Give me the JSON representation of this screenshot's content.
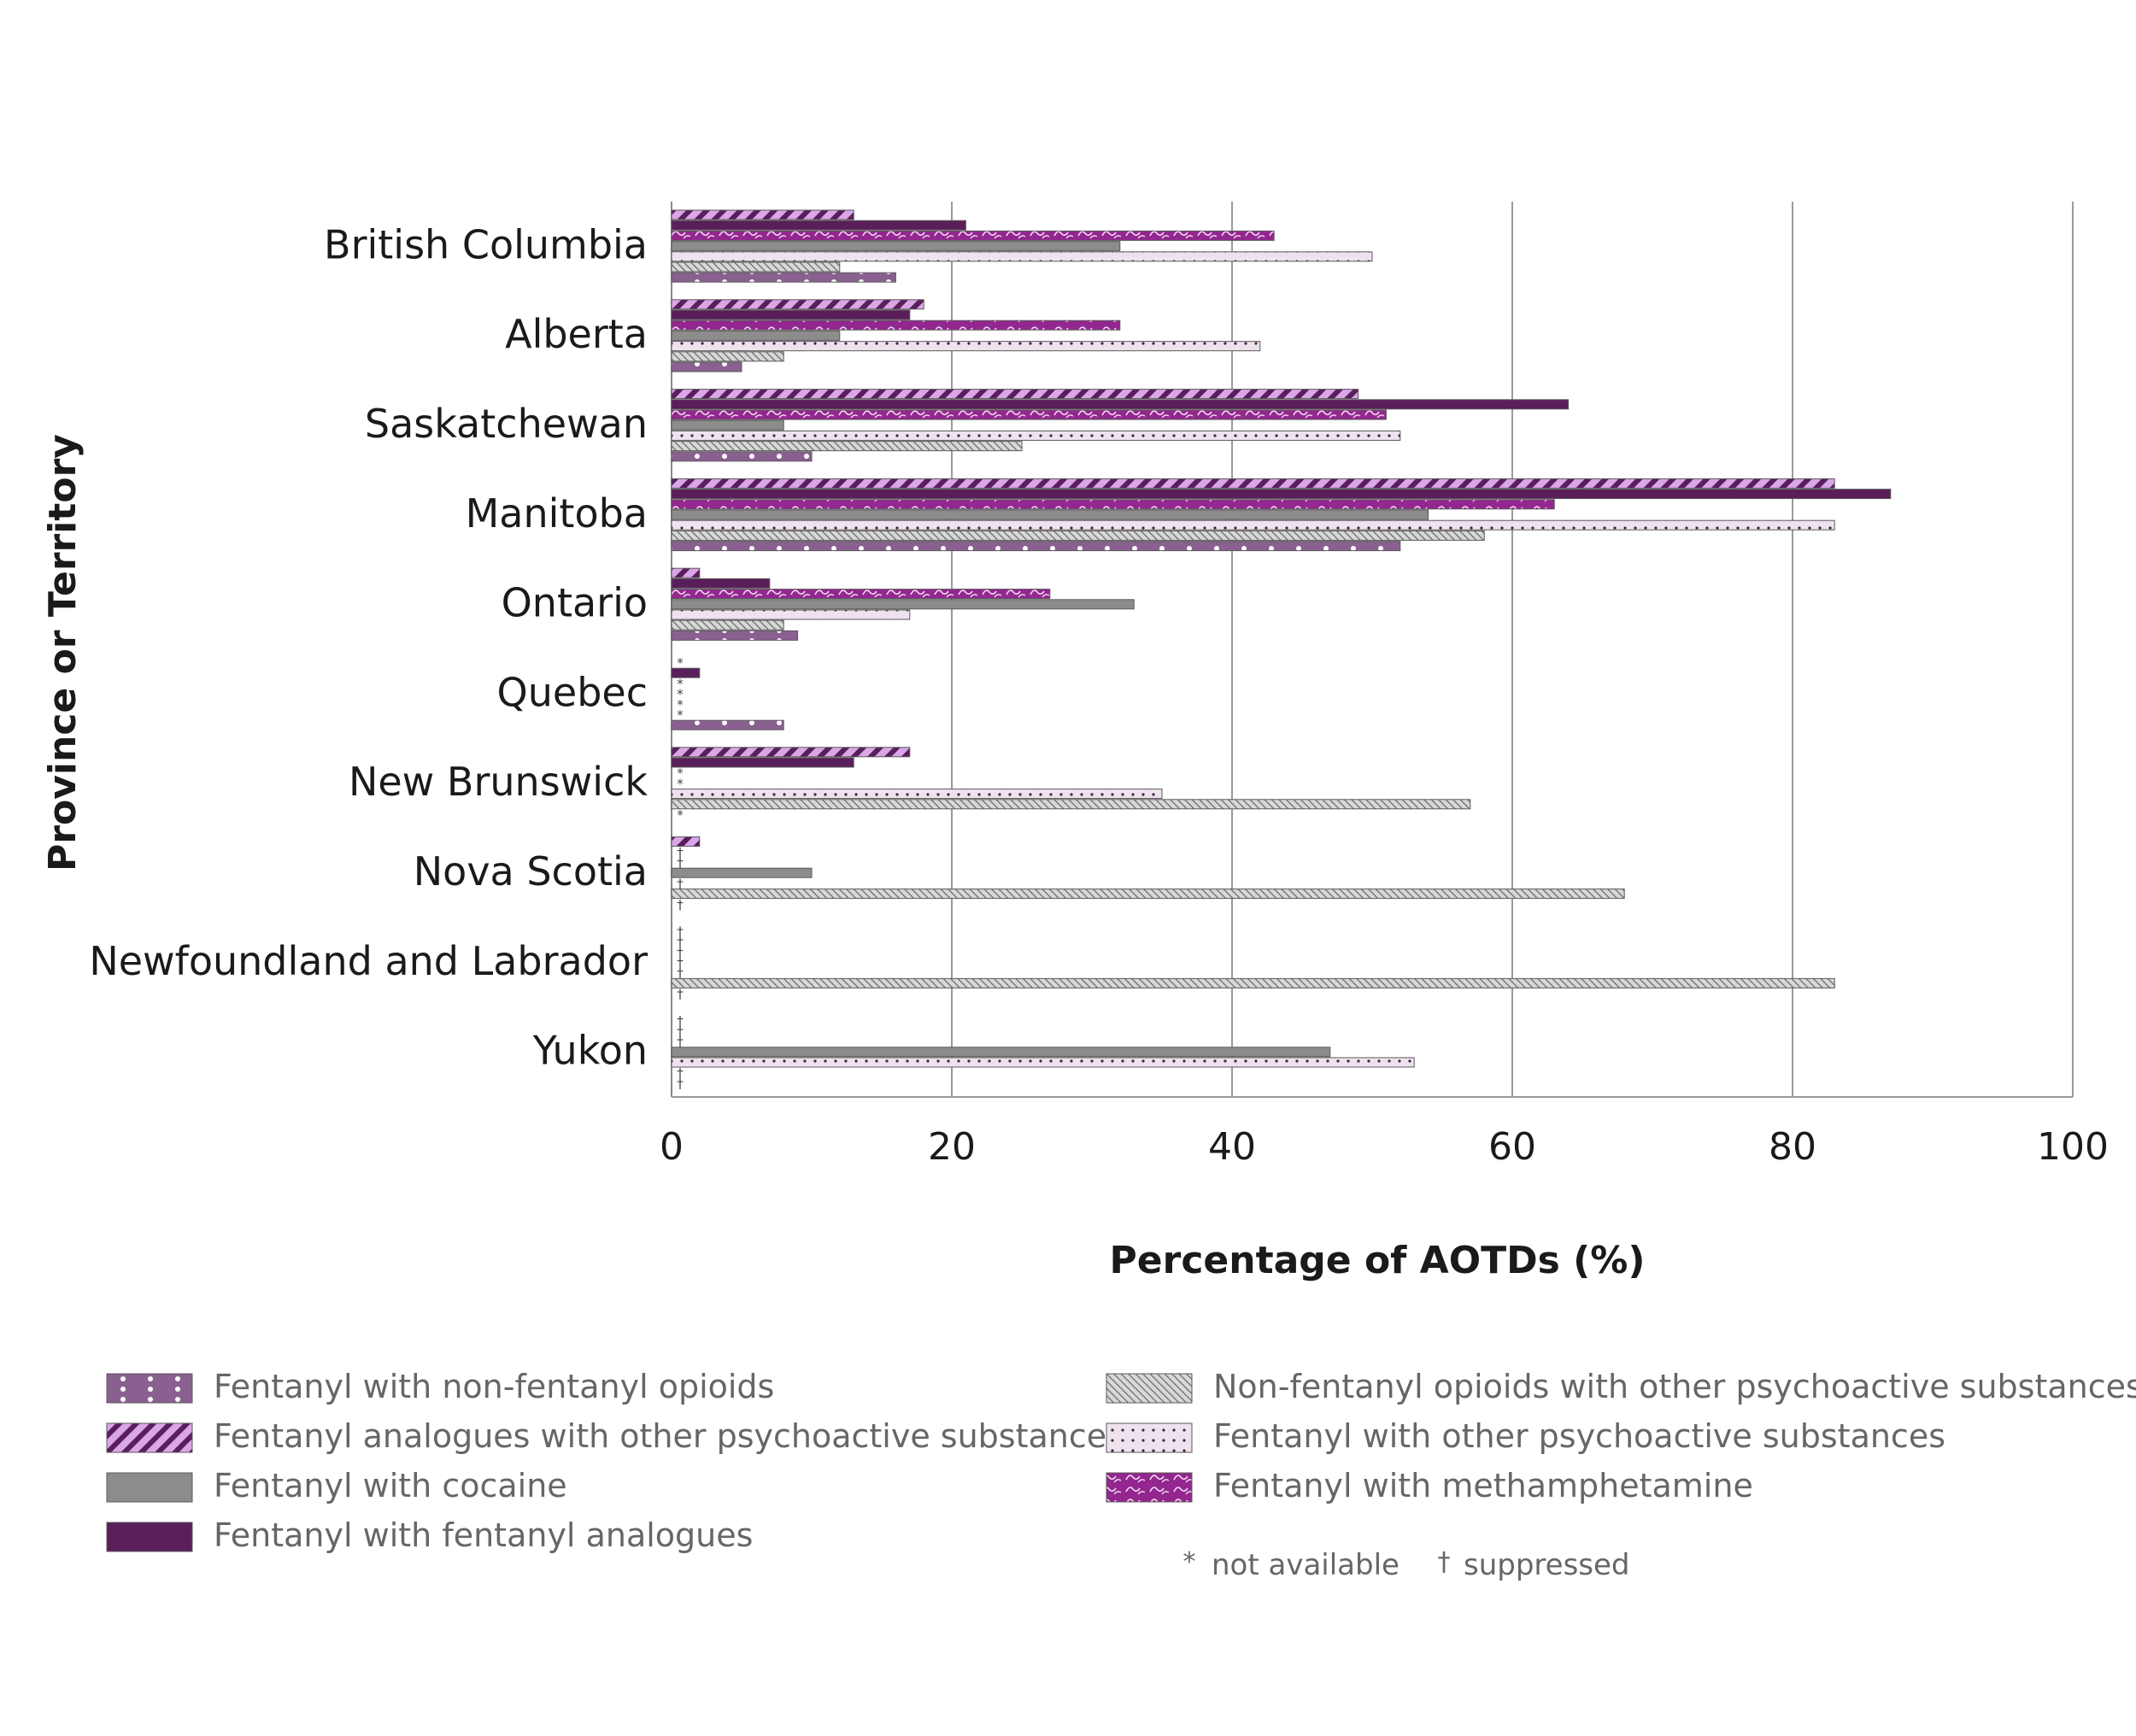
{
  "chart_data": {
    "type": "bar",
    "orientation": "horizontal",
    "ylabel": "Province or Territory",
    "xlabel": "Percentage of AOTDs (%)",
    "xlim": [
      0,
      100
    ],
    "xticks": [
      "0",
      "20",
      "40",
      "60",
      "80",
      "100"
    ],
    "categories": [
      "British Columbia",
      "Alberta",
      "Saskatchewan",
      "Manitoba",
      "Ontario",
      "Quebec",
      "New Brunswick",
      "Nova Scotia",
      "Newfoundland and Labrador",
      "Yukon"
    ],
    "series": [
      {
        "name": "Fentanyl analogues with other psychoactive substances",
        "pattern": "diagonal-stripes",
        "color": "#c98ee0",
        "values": [
          13,
          18,
          49,
          83,
          2,
          null,
          17,
          2,
          null,
          null
        ],
        "flags": [
          "",
          "",
          "",
          "",
          "",
          "*",
          "",
          "",
          "†",
          "†"
        ]
      },
      {
        "name": "Fentanyl with fentanyl analogues",
        "pattern": "solid",
        "color": "#5a1e5a",
        "values": [
          21,
          17,
          64,
          87,
          7,
          2,
          13,
          null,
          null,
          null
        ],
        "flags": [
          "",
          "",
          "",
          "",
          "",
          "",
          "",
          "†",
          "†",
          "†"
        ]
      },
      {
        "name": "Fentanyl with methamphetamine",
        "pattern": "squiggle",
        "color": "#93278f",
        "values": [
          43,
          32,
          51,
          63,
          27,
          null,
          null,
          null,
          null,
          null
        ],
        "flags": [
          "",
          "",
          "",
          "",
          "",
          "*",
          "*",
          "†",
          "†",
          "†"
        ]
      },
      {
        "name": "Fentanyl with cocaine",
        "pattern": "solid",
        "color": "#8c8c8c",
        "values": [
          32,
          12,
          8,
          54,
          33,
          null,
          null,
          10,
          null,
          47
        ],
        "flags": [
          "",
          "",
          "",
          "",
          "",
          "*",
          "*",
          "",
          "†",
          ""
        ]
      },
      {
        "name": "Fentanyl with other psychoactive substances",
        "pattern": "dots",
        "color": "#ecdcec",
        "values": [
          50,
          42,
          52,
          83,
          17,
          null,
          35,
          null,
          null,
          53
        ],
        "flags": [
          "",
          "",
          "",
          "",
          "",
          "*",
          "",
          "†",
          "†",
          ""
        ]
      },
      {
        "name": "Non-fentanyl opioids with other psychoactive substances",
        "pattern": "dense-hatch",
        "color": "#d4d4d4",
        "values": [
          12,
          8,
          25,
          58,
          8,
          null,
          57,
          68,
          83,
          null
        ],
        "flags": [
          "",
          "",
          "",
          "",
          "",
          "*",
          "",
          "",
          "",
          "†"
        ]
      },
      {
        "name": "Fentanyl with non-fentanyl opioids",
        "pattern": "large-dots",
        "color": "#8a6090",
        "values": [
          16,
          5,
          10,
          52,
          9,
          8,
          null,
          null,
          null,
          null
        ],
        "flags": [
          "",
          "",
          "",
          "",
          "",
          "",
          "*",
          "†",
          "†",
          "†"
        ]
      }
    ],
    "legend": {
      "placement": "bottom",
      "order": [
        6,
        0,
        3,
        1,
        5,
        4,
        2
      ],
      "footnotes": [
        {
          "symbol": "*",
          "label": "not available"
        },
        {
          "symbol": "†",
          "label": "suppressed"
        }
      ]
    },
    "grid": "vertical",
    "colors": {
      "axis": "#888888",
      "grid": "#9a9a9a",
      "legend_text": "#666666",
      "label_text": "#1a1a1a"
    }
  }
}
